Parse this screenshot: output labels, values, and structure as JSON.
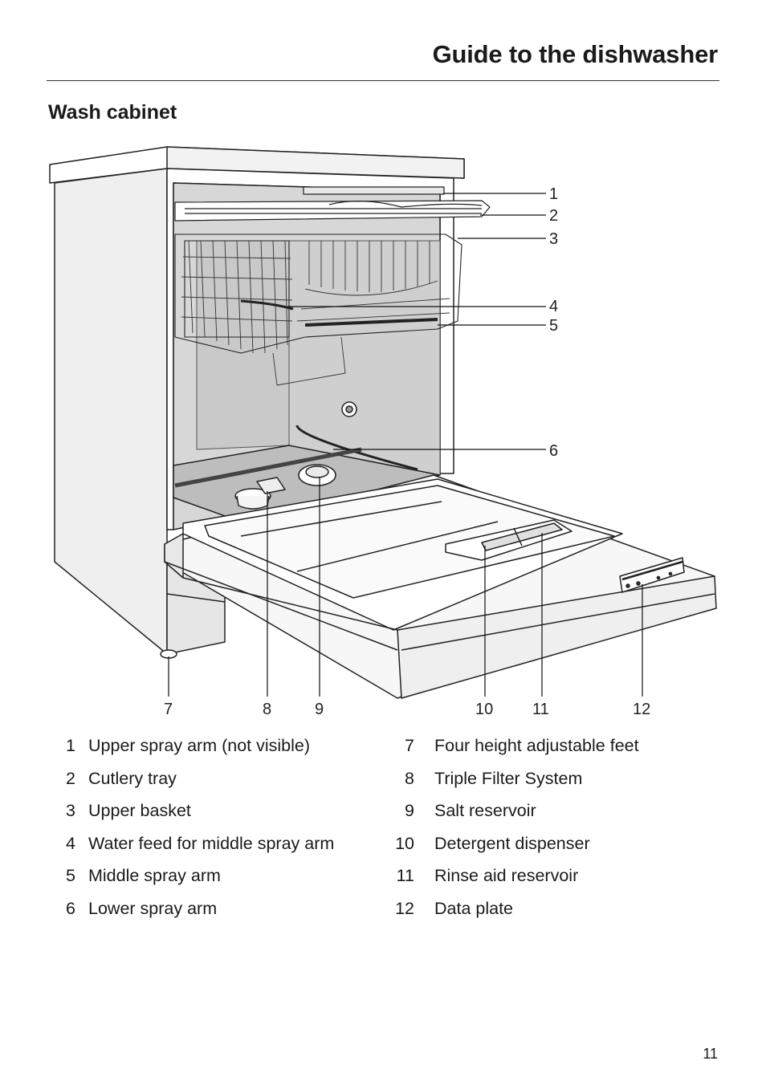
{
  "header": {
    "title": "Guide to the dishwasher"
  },
  "section": {
    "title": "Wash cabinet"
  },
  "callouts": [
    "1",
    "2",
    "3",
    "4",
    "5",
    "6",
    "7",
    "8",
    "9",
    "10",
    "11",
    "12"
  ],
  "legend": {
    "left": [
      {
        "num": "1",
        "label": "Upper spray arm (not visible)"
      },
      {
        "num": "2",
        "label": "Cutlery tray"
      },
      {
        "num": "3",
        "label": "Upper basket"
      },
      {
        "num": "4",
        "label": "Water feed for middle spray arm"
      },
      {
        "num": "5",
        "label": "Middle spray arm"
      },
      {
        "num": "6",
        "label": "Lower spray arm"
      }
    ],
    "right": [
      {
        "num": "7",
        "label": "Four height adjustable feet"
      },
      {
        "num": "8",
        "label": "Triple Filter System"
      },
      {
        "num": "9",
        "label": "Salt reservoir"
      },
      {
        "num": "10",
        "label": "Detergent dispenser"
      },
      {
        "num": "11",
        "label": "Rinse aid reservoir"
      },
      {
        "num": "12",
        "label": "Data plate"
      }
    ]
  },
  "page_number": "11"
}
